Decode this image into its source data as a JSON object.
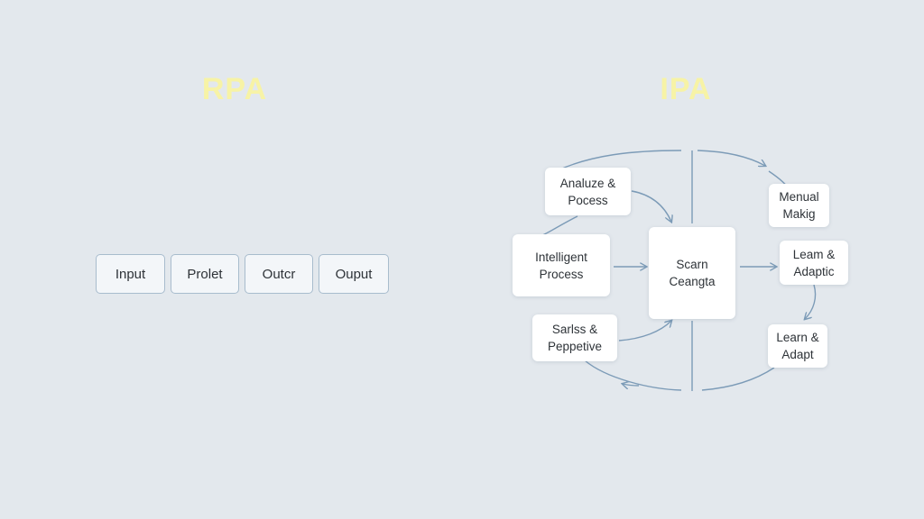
{
  "colors": {
    "title": "#f7f3a6",
    "box_border": "#a8bccd",
    "connector": "#7c9bb7",
    "background": "#e3e8ed"
  },
  "rpa": {
    "title": "RPA",
    "steps": [
      "Input",
      "Prolet",
      "Outcr",
      "Ouput"
    ]
  },
  "ipa": {
    "title": "IPA",
    "nodes": {
      "analyze": [
        "Analuze &",
        "Pocess"
      ],
      "intelligent": [
        "Intelligent",
        "Process"
      ],
      "sarlss": [
        "Sarlss &",
        "Peppetive"
      ],
      "center": [
        "Scarn",
        "Ceangta"
      ],
      "manual": [
        "Menual",
        "Makig"
      ],
      "learn_adaptic": [
        "Leam &",
        "Adaptic"
      ],
      "learn_adapt": [
        "Learn &",
        "Adapt"
      ]
    }
  }
}
